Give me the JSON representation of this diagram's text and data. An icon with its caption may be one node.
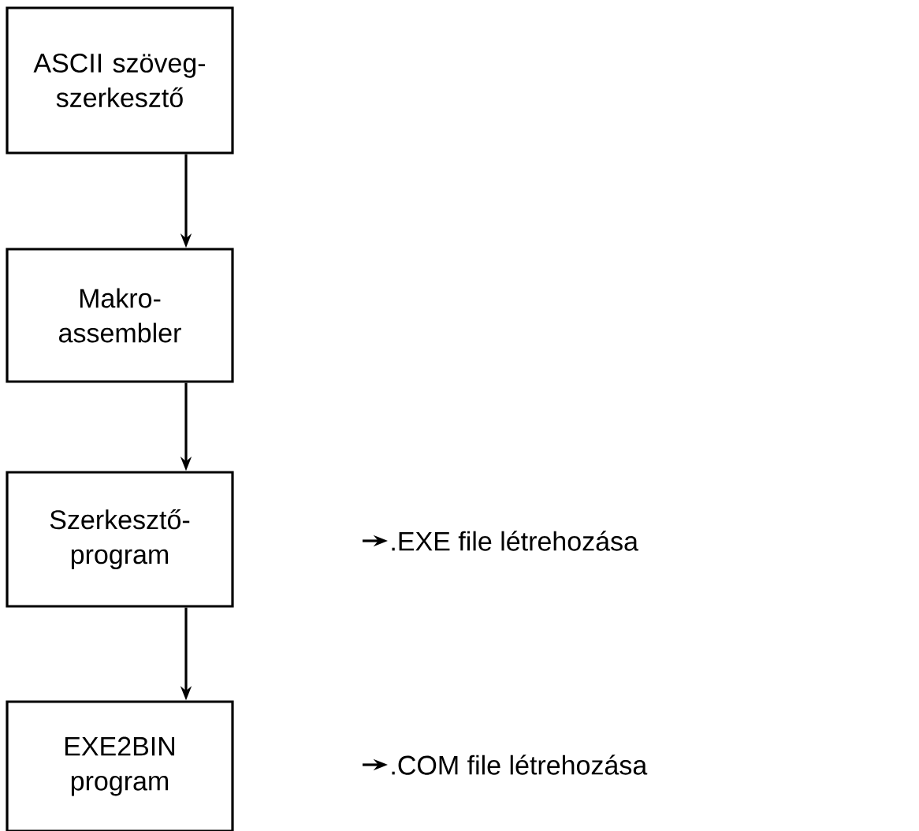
{
  "diagram": {
    "nodes": [
      {
        "text": [
          "ASCII szöveg- szerkesztő"
        ]
      },
      {
        "text": [
          "Makro- assembler"
        ]
      },
      {
        "text": [
          "Szerkesztő- program"
        ]
      },
      {
        "text": [
          "EXE2BIN program"
        ]
      },
      {
        "text": [
          ".EXE file létrehozása"
        ]
      },
      {
        "text": [
          ".COM file létrehozása"
        ]
      }
    ],
    "edges": [
      {
        "from": 0,
        "to": 1,
        "arrow": "to"
      },
      {
        "from": 1,
        "to": 2,
        "arrow": "to"
      },
      {
        "from": 2,
        "to": 3,
        "arrow": "to"
      },
      {
        "from": null,
        "to": 4,
        "arrow": "to"
      },
      {
        "from": null,
        "to": 5,
        "arrow": "to"
      }
    ]
  }
}
